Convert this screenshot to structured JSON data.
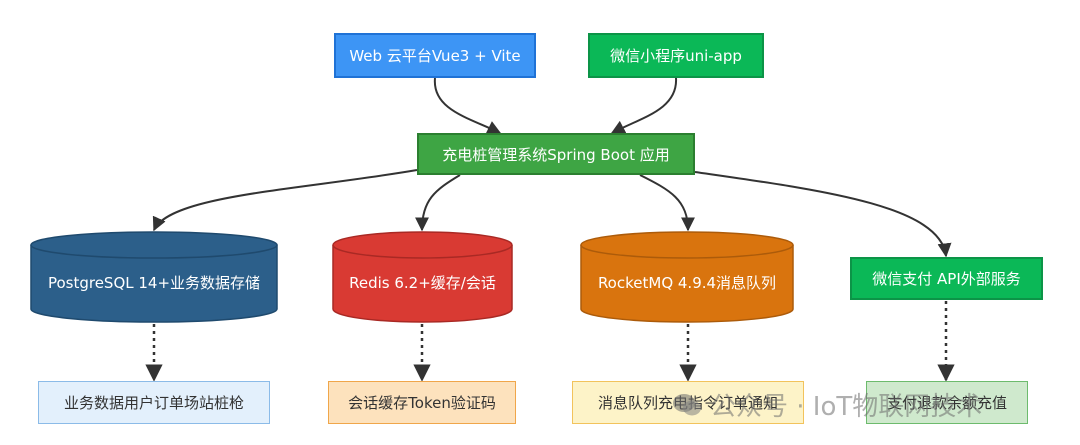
{
  "diagram": {
    "type": "architecture-flowchart",
    "nodes": {
      "web": {
        "label": "Web 云平台Vue3 + Vite",
        "color": "#3d95f5"
      },
      "mini": {
        "label": "微信小程序uni-app",
        "color": "#0bb857"
      },
      "app": {
        "label": "充电桩管理系统Spring Boot 应用",
        "color": "#3ea544"
      },
      "pg": {
        "label": "PostgreSQL 14+业务数据存储",
        "color": "#2c5f8a"
      },
      "redis": {
        "label": "Redis 6.2+缓存/会话",
        "color": "#d93a33"
      },
      "mq": {
        "label": "RocketMQ 4.9.4消息队列",
        "color": "#d9740e"
      },
      "pay": {
        "label": "微信支付 API外部服务",
        "color": "#0bb857"
      },
      "pg_note": {
        "label": "业务数据用户订单场站桩枪",
        "color": "#e3f0fc"
      },
      "redis_note": {
        "label": "会话缓存Token验证码",
        "color": "#fde2bd"
      },
      "mq_note": {
        "label": "消息队列充电指令订单通知",
        "color": "#fdf3c8"
      },
      "pay_note": {
        "label": "支付退款余额充值",
        "color": "#cfe9cd"
      }
    },
    "edges": [
      {
        "from": "web",
        "to": "app",
        "style": "solid"
      },
      {
        "from": "mini",
        "to": "app",
        "style": "solid"
      },
      {
        "from": "app",
        "to": "pg",
        "style": "solid"
      },
      {
        "from": "app",
        "to": "redis",
        "style": "solid"
      },
      {
        "from": "app",
        "to": "mq",
        "style": "solid"
      },
      {
        "from": "app",
        "to": "pay",
        "style": "solid"
      },
      {
        "from": "pg",
        "to": "pg_note",
        "style": "dotted"
      },
      {
        "from": "redis",
        "to": "redis_note",
        "style": "dotted"
      },
      {
        "from": "mq",
        "to": "mq_note",
        "style": "dotted"
      },
      {
        "from": "pay",
        "to": "pay_note",
        "style": "dotted"
      }
    ]
  },
  "watermark": {
    "text": "公众号 · IoT物联网技术"
  }
}
